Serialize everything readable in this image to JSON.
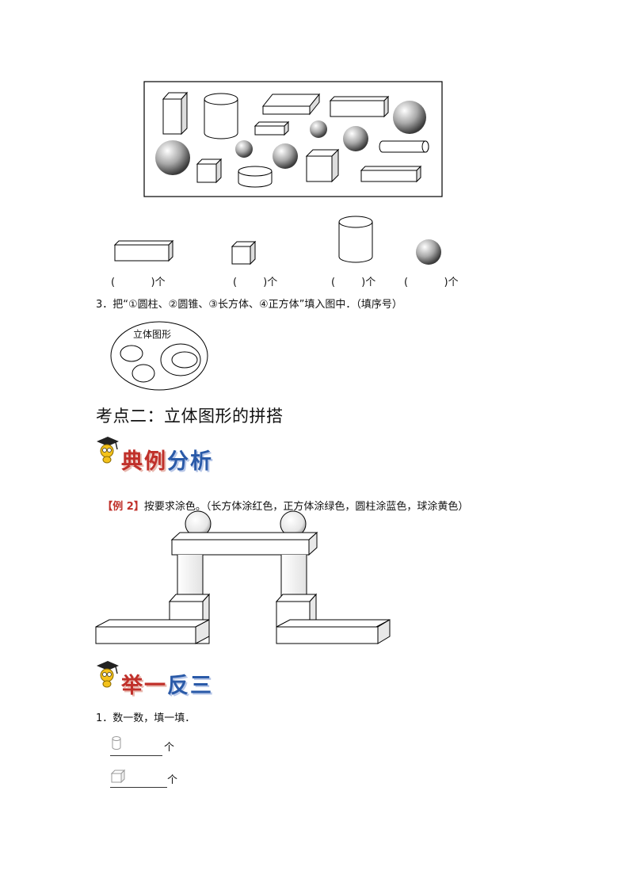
{
  "shape_count": {
    "blanks": [
      {
        "label": "(           )个"
      },
      {
        "label": "(        )个"
      },
      {
        "label": "(        )个"
      },
      {
        "label": "(           )个"
      }
    ]
  },
  "question3": {
    "text": "3．把“①圆柱、②圆锥、③长方体、④正方体”填入图中．（填序号）",
    "venn_label": "立体图形"
  },
  "section2": {
    "title": "考点二：立体图形的拼搭"
  },
  "banner1": {
    "red": "典例",
    "blue": "分析"
  },
  "example2": {
    "tag": "【例 2】",
    "text": "按要求涂色。（长方体涂红色，正方体涂绿色，圆柱涂蓝色，球涂黄色）"
  },
  "banner2": {
    "red": "举一",
    "blue": "反三"
  },
  "practice1": {
    "text": "1．数一数，填一填．",
    "unit1": "个",
    "unit2": "个"
  },
  "colors": {
    "accent_red": "#c0302a",
    "accent_blue": "#2a5aa8"
  }
}
